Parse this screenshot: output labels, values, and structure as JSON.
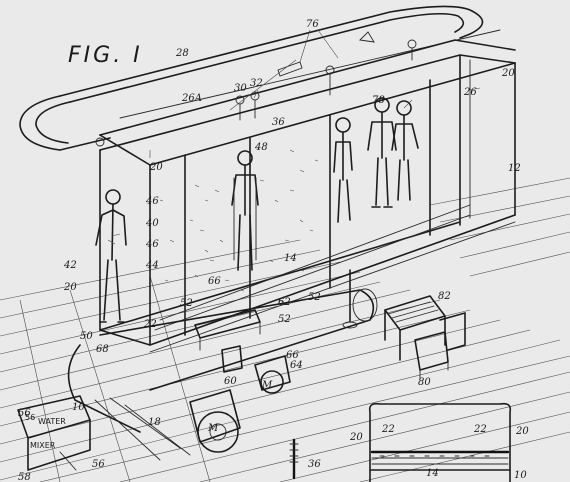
{
  "figure_title": "FIG. I",
  "reference_numerals": [
    "76",
    "28",
    "20",
    "26",
    "26A",
    "30",
    "32",
    "36",
    "48",
    "78",
    "12",
    "20",
    "46",
    "40",
    "46",
    "42",
    "44",
    "20",
    "14",
    "66",
    "52",
    "52",
    "62",
    "52",
    "22",
    "50",
    "68",
    "60",
    "82",
    "80",
    "64",
    "18",
    "10",
    "56",
    "56",
    "58",
    "66",
    "M",
    "M",
    "20",
    "22",
    "22",
    "20",
    "14",
    "36",
    "10"
  ],
  "box_labels": {
    "water_tank": "WATER",
    "tank_number": "56",
    "mixer": "MIXER"
  }
}
